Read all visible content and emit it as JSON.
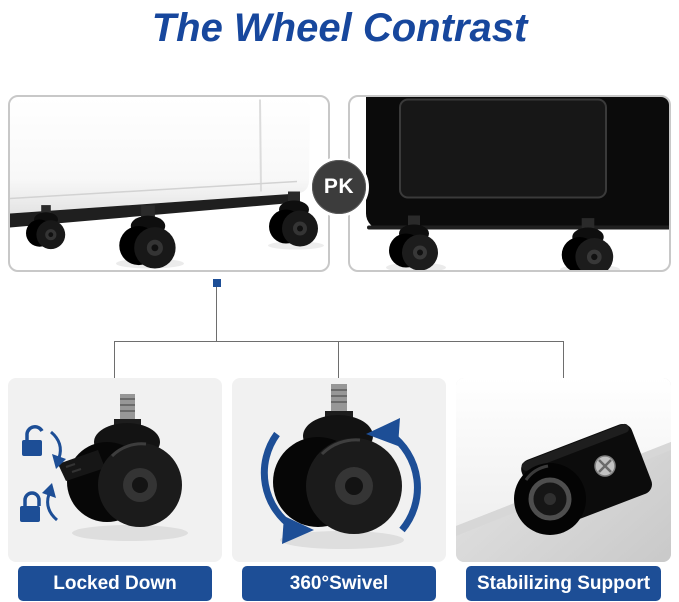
{
  "title": "The Wheel Contrast",
  "badge": "PK",
  "comparison": {
    "left_image": "white-cabinet-bottom-with-casters",
    "right_image": "black-cabinet-bottom-with-casters"
  },
  "features": [
    {
      "label": "Locked Down",
      "icon": "brake-caster-with-lock-icons"
    },
    {
      "label": "360°Swivel",
      "icon": "swivel-caster-with-rotation-arrows"
    },
    {
      "label": "Stabilizing Support",
      "icon": "side-mounted-support-caster"
    }
  ],
  "colors": {
    "title_text": "#17479d",
    "label_background": "#1d4e96",
    "label_text": "#ffffff",
    "accent_blue": "#1d4e96",
    "badge_background": "#3c3c3c",
    "badge_text": "#ffffff",
    "panel_border": "#c8c8c8",
    "feature_panel_background": "#f1f1f1"
  }
}
